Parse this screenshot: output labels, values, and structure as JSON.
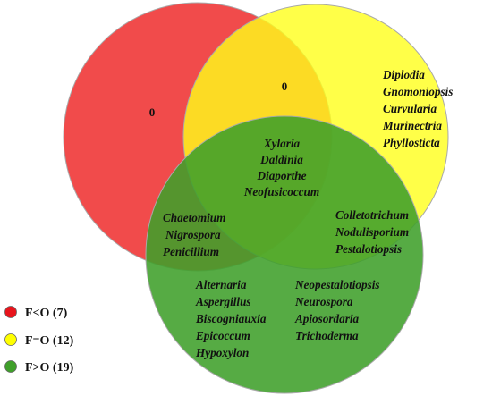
{
  "colors": {
    "red": "#ef2b2b",
    "yellow": "#ffff1a",
    "green": "#3f9f2a",
    "outline": "#a9a9a9"
  },
  "regions": {
    "red_only": [
      "0"
    ],
    "red_yellow": [
      "0"
    ],
    "yellow_only": [
      "Diplodia",
      "Gnomoniopsis",
      "Curvularia",
      "Murinectria",
      "Phyllosticta"
    ],
    "all_three": [
      "Xylaria",
      "Daldinia",
      "Diaporthe",
      "Neofusicoccum"
    ],
    "red_green": [
      "Chaetomium",
      "Nigrospora",
      "Penicillium"
    ],
    "yellow_green": [
      "Colletotrichum",
      "Nodulisporium",
      "Pestalotiopsis"
    ],
    "green_only_left": [
      "Alternaria",
      "Aspergillus",
      "Biscogniauxia",
      "Epicoccum",
      "Hypoxylon"
    ],
    "green_only_right": [
      "Neopestalotiopsis",
      "Neurospora",
      "Apiosordaria",
      "Trichoderma"
    ]
  },
  "legend": [
    {
      "label": "F<O (7)",
      "color": "#e8141c"
    },
    {
      "label": "F=O (12)",
      "color": "#ffff00"
    },
    {
      "label": "F>O (19)",
      "color": "#3f9f2a"
    }
  ]
}
